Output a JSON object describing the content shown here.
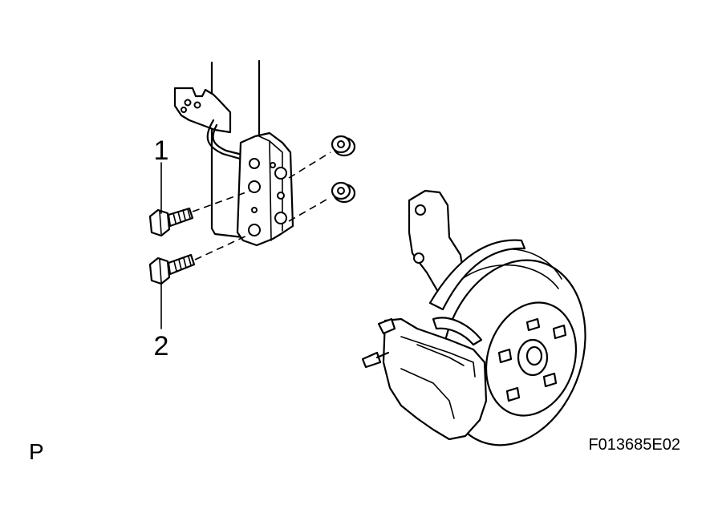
{
  "figure_code": "F013685E02",
  "corner_mark": "P",
  "callouts": [
    {
      "number": "1"
    },
    {
      "number": "2"
    }
  ]
}
